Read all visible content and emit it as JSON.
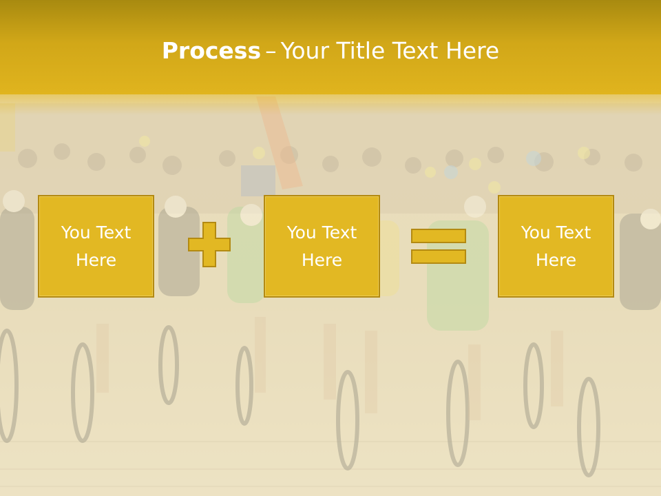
{
  "slide": {
    "title_bold": "Process",
    "title_separator": "–",
    "title_rest": "Your Title Text Here"
  },
  "boxes": [
    {
      "text": "You Text Here"
    },
    {
      "text": "You Text Here"
    },
    {
      "text": "You Text Here"
    }
  ],
  "operators": {
    "plus_icon": "plus-icon",
    "equals_icon": "equals-icon"
  },
  "colors": {
    "accent": "#e2b823",
    "accent_border": "#b38a12",
    "header_dark": "#a88a10",
    "text": "#ffffff"
  },
  "background_image": "cycling race peloton on cobblestone street with crowd"
}
